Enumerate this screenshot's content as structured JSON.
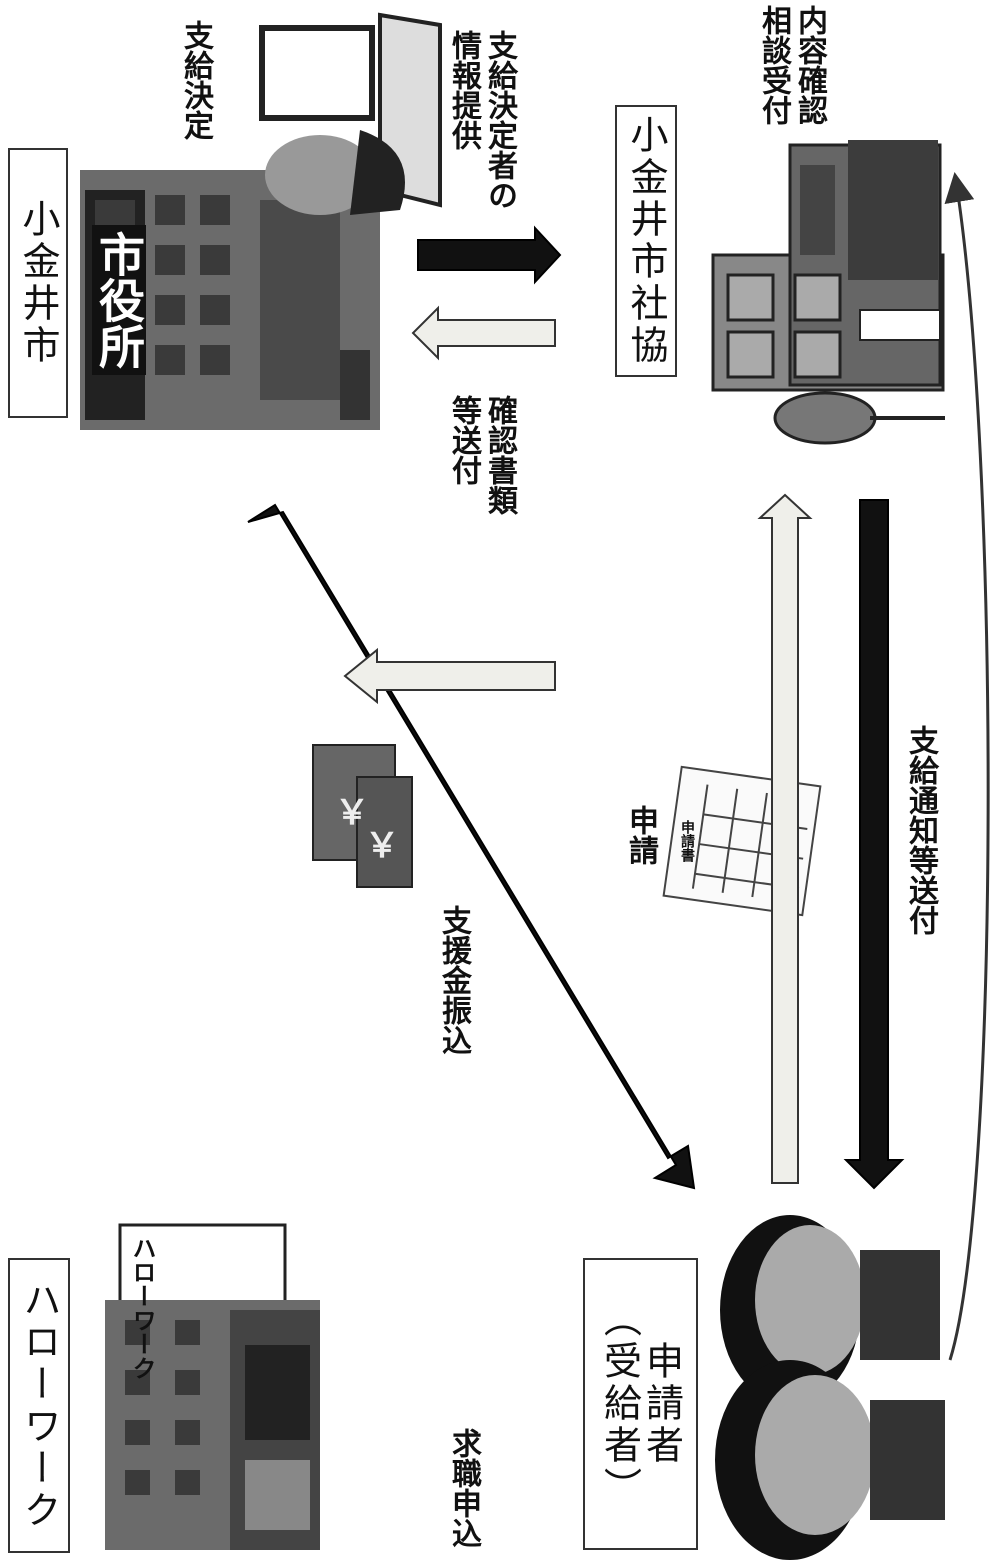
{
  "nodes": {
    "city": "小金井市",
    "city_sign": "市役所",
    "shakyo": "小金井市社協",
    "hellowork": "ハローワーク",
    "hellowork_sign": "ハローワーク",
    "applicant": [
      "申請者",
      "（受給者）"
    ]
  },
  "labels": {
    "decision": "支給決定",
    "info": [
      "支給決定者の",
      "情報提供"
    ],
    "docs": [
      "確認書類",
      "等送付"
    ],
    "consult": [
      "内容確認",
      "相談受付"
    ],
    "transfer": "支援金振込",
    "apply": "申請",
    "notice": "支給通知等送付",
    "jobapp": "求職申込"
  },
  "form": {
    "title": "申請書"
  },
  "money_symbol": "￥",
  "colors": {
    "dark_arrow": "#111111",
    "light_arrow": "#efefea",
    "building": "#5a5a5a"
  }
}
